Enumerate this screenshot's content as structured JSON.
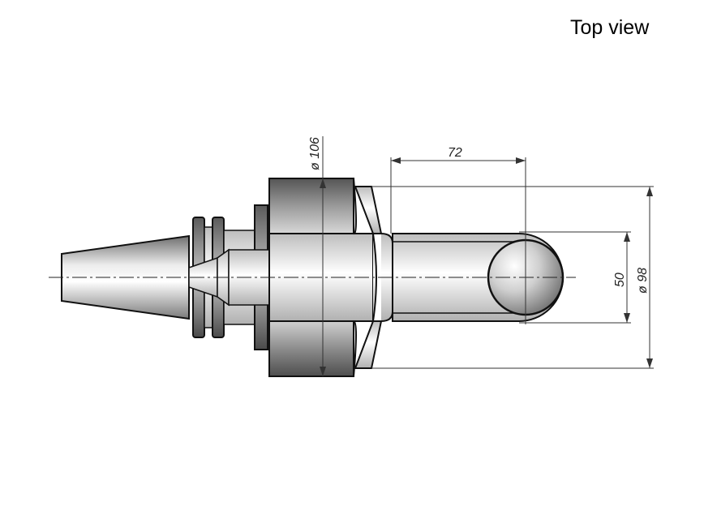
{
  "view": {
    "title": "Top view"
  },
  "dimensions": {
    "flange_diameter": "ø 106",
    "arm_length": "72",
    "arm_width": "50",
    "head_diameter": "ø 98"
  },
  "colors": {
    "line": "#111111",
    "dim_line": "#333333",
    "body_light": "#f2f2f2",
    "body_dark": "#5a5a5a"
  }
}
